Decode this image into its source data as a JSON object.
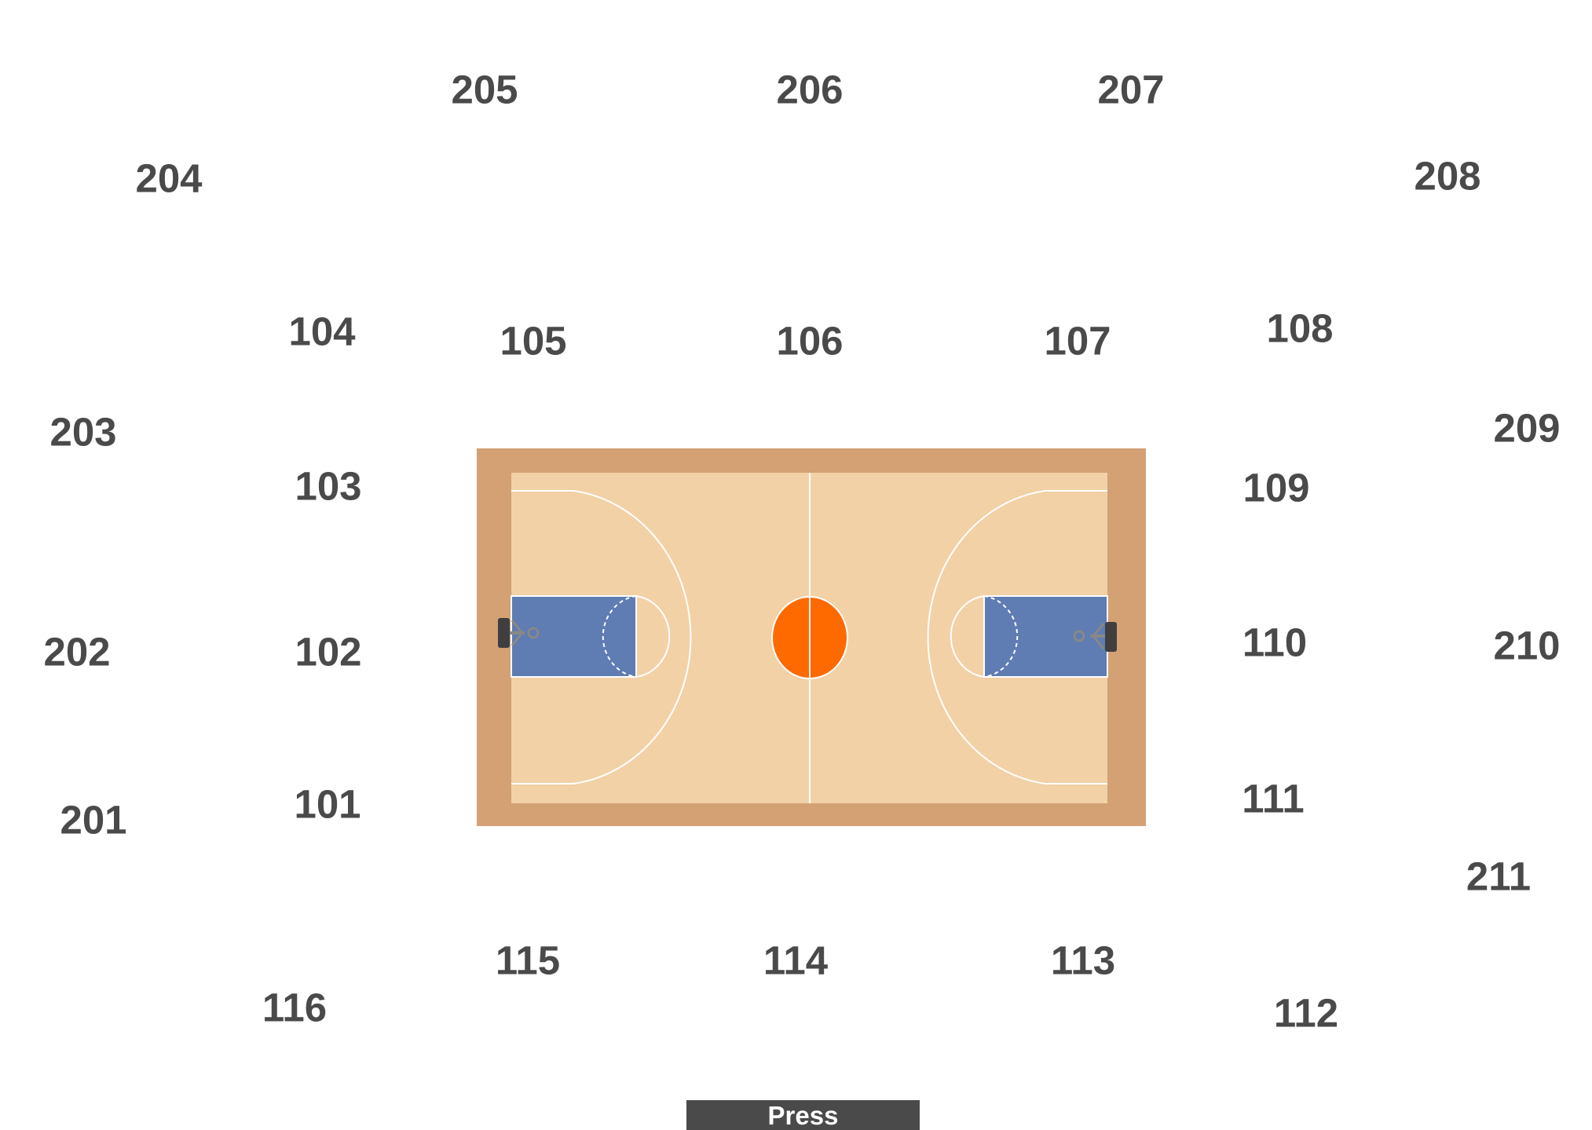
{
  "colors": {
    "label": "#4a4a4a",
    "court_border": "#d3a174",
    "court_floor": "#f2d1a6",
    "key": "#5f7cb3",
    "center_circle": "#ff6a00",
    "press_bg": "#4a4a4a",
    "press_text": "#ffffff"
  },
  "sections": {
    "s101": "101",
    "s102": "102",
    "s103": "103",
    "s104": "104",
    "s105": "105",
    "s106": "106",
    "s107": "107",
    "s108": "108",
    "s109": "109",
    "s110": "110",
    "s111": "111",
    "s112": "112",
    "s113": "113",
    "s114": "114",
    "s115": "115",
    "s116": "116",
    "s201": "201",
    "s202": "202",
    "s203": "203",
    "s204": "204",
    "s205": "205",
    "s206": "206",
    "s207": "207",
    "s208": "208",
    "s209": "209",
    "s210": "210",
    "s211": "211"
  },
  "press_label": "Press"
}
